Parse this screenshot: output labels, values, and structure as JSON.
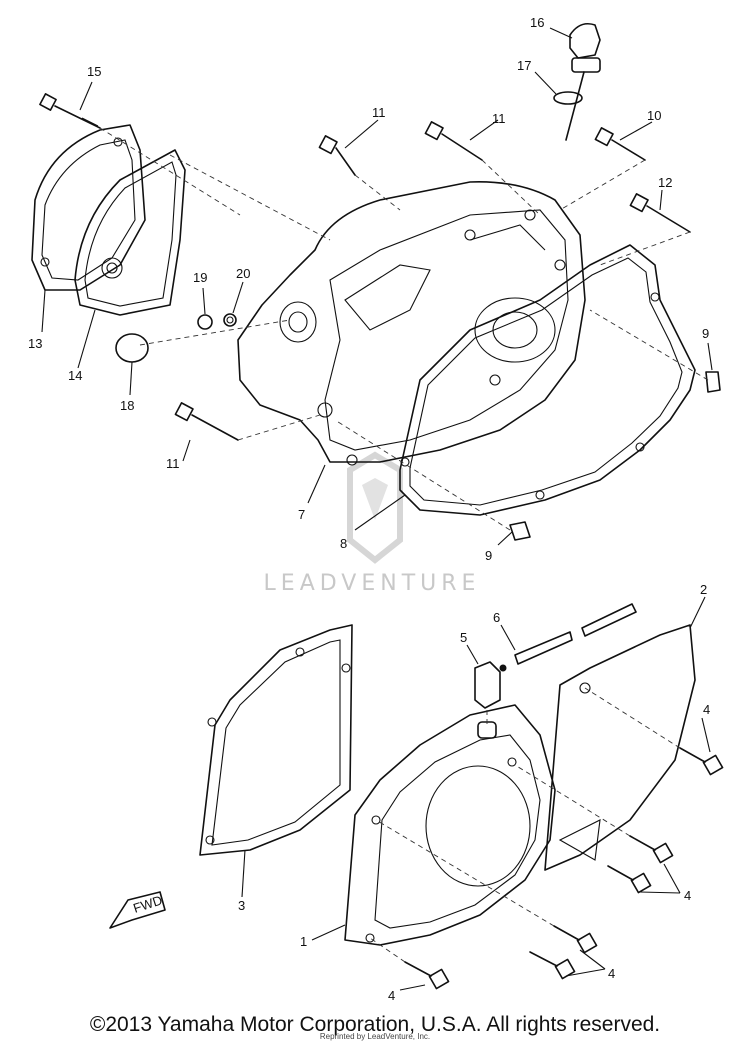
{
  "callouts": {
    "c1": "1",
    "c2": "2",
    "c3": "3",
    "c4a": "4",
    "c4b": "4",
    "c4c": "4",
    "c4d": "4",
    "c5": "5",
    "c6": "6",
    "c7": "7",
    "c8": "8",
    "c9a": "9",
    "c9b": "9",
    "c10": "10",
    "c11a": "11",
    "c11b": "11",
    "c11c": "11",
    "c12": "12",
    "c13": "13",
    "c14": "14",
    "c15": "15",
    "c16": "16",
    "c17": "17",
    "c18": "18",
    "c19": "19",
    "c20": "20"
  },
  "watermark": {
    "text": "LEADVENTURE"
  },
  "fwd_label": "FWD",
  "footer": {
    "copyright": "©2013 Yamaha Motor Corporation, U.S.A. All rights reserved.",
    "reprint": "Reprinted by LeadVenture, Inc."
  }
}
